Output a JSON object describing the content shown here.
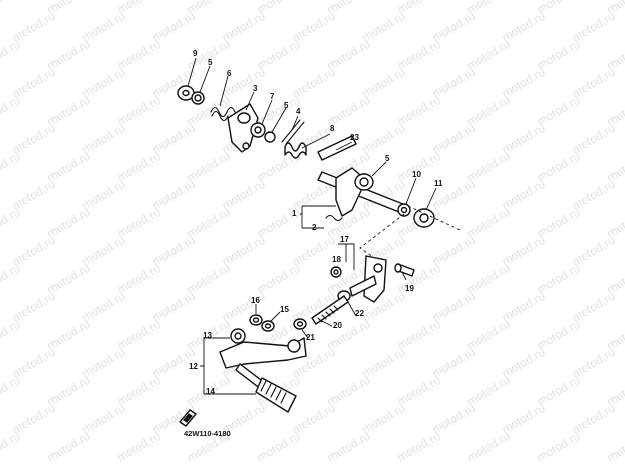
{
  "watermark": {
    "text": "motod.ru"
  },
  "diagram": {
    "code": "42W110-4180",
    "callouts": [
      "9",
      "5",
      "6",
      "3",
      "7",
      "5",
      "4",
      "8",
      "23",
      "5",
      "10",
      "11",
      "1",
      "2",
      "17",
      "18",
      "19",
      "16",
      "15",
      "22",
      "20",
      "21",
      "13",
      "12",
      "14"
    ]
  }
}
